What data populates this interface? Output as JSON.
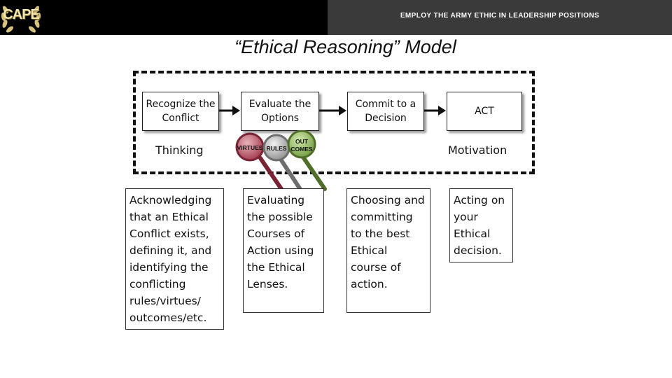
{
  "header": {
    "title": "EMPLOY THE ARMY ETHIC IN LEADERSHIP POSITIONS",
    "logo_text": "CAPE"
  },
  "page_title": "“Ethical Reasoning” Model",
  "steps": [
    {
      "label": "Recognize the  Conflict"
    },
    {
      "label": "Evaluate the Options"
    },
    {
      "label": "Commit to a Decision"
    },
    {
      "label": "ACT"
    }
  ],
  "frame_labels": {
    "thinking": "Thinking",
    "motivation": "Motivation"
  },
  "lenses": {
    "virtues": "VIRTUES",
    "rules": "RULES",
    "outcomes_line1": "OUT",
    "outcomes_line2": "COMES",
    "colors": {
      "virtues": "#b5485a",
      "rules": "#9a9a9a",
      "outcomes": "#7fa64a"
    }
  },
  "descriptions": [
    {
      "text": "Acknowledging that an Ethical Conflict exists, defining it, and identifying the conflicting rules/virtues/ outcomes/etc."
    },
    {
      "text": "Evaluating the possible Courses of Action using the Ethical Lenses."
    },
    {
      "text": "Choosing and committing to the best Ethical course of action."
    },
    {
      "text": "Acting on your Ethical decision."
    }
  ]
}
